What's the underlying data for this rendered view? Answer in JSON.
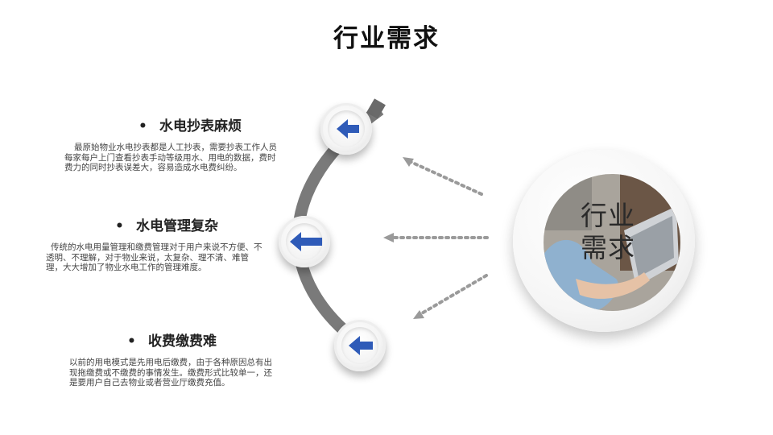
{
  "slide": {
    "title": "行业需求"
  },
  "items": [
    {
      "title": "水电抄表麻烦",
      "body": "最原始物业水电抄表都是人工抄表，需要抄表工作人员每家每户上门查看抄表手动等级用水、用电的数据，费时费力的同时抄表误差大，容易造成水电费纠纷。"
    },
    {
      "title": "水电管理复杂",
      "body": "传统的水电用量管理和缴费管理对于用户来说不方便、不透明、不理解，对于物业来说，太复杂、理不清、难管理，大大增加了物业水电工作的管理难度。"
    },
    {
      "title": "收费缴费难",
      "body": "以前的用电模式是先用电后缴费，由于各种原因总有出现拖缴费或不缴费的事情发生。缴费形式比较单一，还是要用户自己去物业或者营业厅缴费充值。"
    }
  ],
  "hero": {
    "label_line1": "行业",
    "label_line2": "需求"
  },
  "icons": {
    "arrow": "left-arrow-icon",
    "bullet": "•"
  },
  "colors": {
    "arrow_blue": "#2f5bb8",
    "arc_gray": "#7a7a7a",
    "dot_gray": "#9a9a9a"
  }
}
